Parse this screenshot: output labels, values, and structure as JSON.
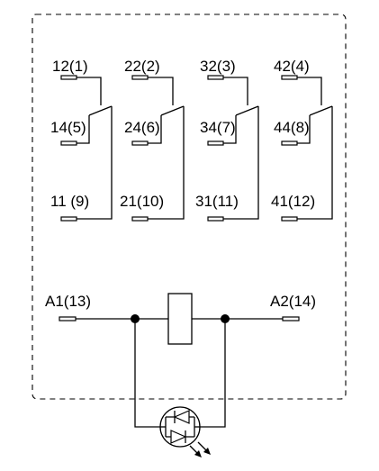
{
  "diagram": {
    "terminals": {
      "contact_1_nc": "12(1)",
      "contact_2_nc": "22(2)",
      "contact_3_nc": "32(3)",
      "contact_4_nc": "42(4)",
      "contact_1_no": "14(5)",
      "contact_2_no": "24(6)",
      "contact_3_no": "34(7)",
      "contact_4_no": "44(8)",
      "contact_1_common": "11 (9)",
      "contact_2_common": "21(10)",
      "contact_3_common": "31(11)",
      "contact_4_common": "41(12)",
      "coil_a1": "A1(13)",
      "coil_a2": "A2(14)"
    },
    "colors": {
      "line": "#000000",
      "background": "#ffffff",
      "enclosure_dash": "#000000"
    }
  }
}
